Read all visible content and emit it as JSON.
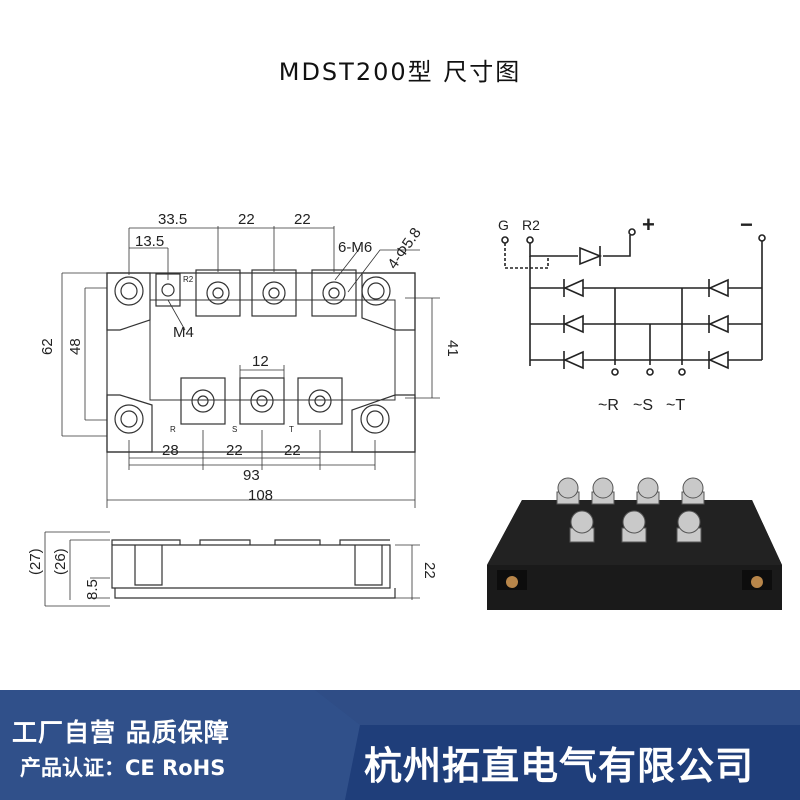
{
  "title": "MDST200型  尺寸图",
  "top_view": {
    "dims": {
      "d33_5": "33.5",
      "d22_a": "22",
      "d22_b": "22",
      "d13_5": "13.5",
      "m6": "6-M6",
      "phi": "4-Φ5.8",
      "m4": "M4",
      "d62": "62",
      "d48": "48",
      "d41": "41",
      "d12": "12",
      "d28": "28",
      "d22_c": "22",
      "d22_d": "22",
      "d93": "93",
      "d108": "108"
    },
    "small_labels": {
      "r2": "R2",
      "r": "R",
      "s": "S",
      "t": "T"
    }
  },
  "side_view": {
    "dims": {
      "d27": "(27)",
      "d26": "(26)",
      "d8_5": "8.5",
      "d22": "22"
    }
  },
  "circuit": {
    "g": "G",
    "r2": "R2",
    "plus": "+",
    "minus": "−",
    "r": "~R",
    "s": "~S",
    "t": "~T"
  },
  "banner": {
    "line1": "工厂自营  品质保障",
    "line2": "产品认证：CE RoHS",
    "company": "杭州拓直电气有限公司",
    "colors": {
      "left": "#2e4a80",
      "right": "#1e3c78"
    }
  }
}
